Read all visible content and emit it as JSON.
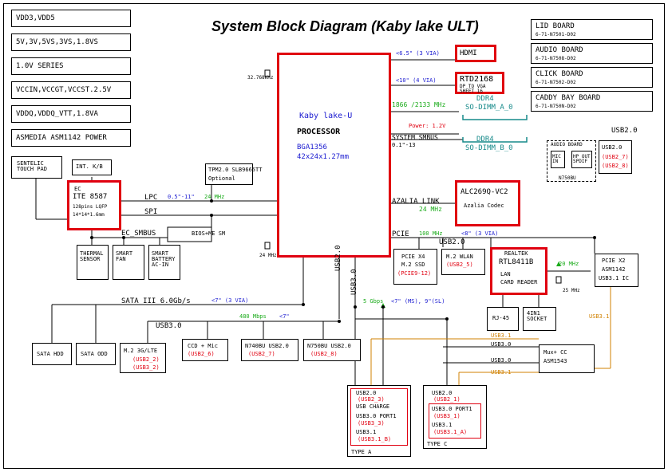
{
  "title": "System Block Diagram (Kaby lake ULT)",
  "power_rails": [
    "VDD3,VDD5",
    "5V,3V,5VS,3VS,1.8VS",
    "1.0V SERIES",
    "VCCIN,VCCGT,VCCST.2.5V",
    "VDDQ,VDDQ_VTT,1.8VA",
    "ASMEDIA ASM1142 POWER"
  ],
  "boards": [
    {
      "name": "LID BOARD",
      "part": "6-71-N7501-D02"
    },
    {
      "name": "AUDIO BOARD",
      "part": "6-71-N7508-D02"
    },
    {
      "name": "CLICK BOARD",
      "part": "6-71-N7502-D02"
    },
    {
      "name": "CADDY BAY BOARD",
      "part": "6-71-N750N-D02"
    }
  ],
  "cpu": {
    "line1": "Kaby lake-U",
    "line2": "PROCESSOR",
    "line3": "BGA1356",
    "line4": "42x24x1.27mm"
  },
  "crystal_cpu": "32.768KHz",
  "crystal_cpu_bottom": "24 MHz",
  "hdmi": {
    "label": "HDMI",
    "link": "<6.5\" (3 VIA)"
  },
  "rtd": {
    "label": "RTD2168",
    "sub1": "DP TO VGA",
    "sub2": "SHEET 16",
    "link": "<10\" (4 VIA)"
  },
  "ddr": {
    "speed": "1866 /2133 MHz",
    "a_title": "DDR4",
    "a_name": "SO-DIMM_A_0",
    "power": "Power: 1.2V",
    "smbus": "SYSTEM SMBUS",
    "smbus_sub": "0.1\"-13",
    "b_title": "DDR4",
    "b_name": "SO-DIMM_B_0"
  },
  "audio_board": {
    "title": "AUDIO BOARD",
    "mic": "MIC IN",
    "spdif": "HP OUT SPDIF",
    "part": "N750BU"
  },
  "usb20_top": {
    "header": "USB2.0",
    "line1": "USB2.0",
    "line2": "(USB2_7)",
    "line3": "(USB2_8)"
  },
  "codec": {
    "label": "ALC269Q-VC2",
    "sub": "Azalia Codec",
    "link": "AZALIA LINK",
    "speed": "24 MHz"
  },
  "sentelic": "SENTELIC TOUCH PAD",
  "int_kb": "INT. K/B",
  "ec": {
    "head": "EC",
    "label": "ITE 8587",
    "sub1": "128pins LQFP",
    "sub2": "14*14*1.6mm"
  },
  "lpc": {
    "label": "LPC",
    "dist": "0.5\"-11\"",
    "speed": "24 MHz"
  },
  "spi": "SPI",
  "tpm": {
    "label": "TPM2.0 SLB9665TT",
    "sub": "Optional"
  },
  "bios": "BIOS+ME SM",
  "ec_smbus": "EC_SMBUS",
  "sensors": [
    "THERMAL SENSOR",
    "SMART FAN",
    "SMART BATTERY AC-IN"
  ],
  "pcie": {
    "label": "PCIE",
    "speed": "100 MHz",
    "dist": "<8\" (3 VIA)"
  },
  "usb20_mid": "USB2.0",
  "ssd": {
    "line1": "PCIE X4",
    "line2": "M.2 SSD",
    "line3": "(PCIE9-12)"
  },
  "wlan": {
    "line1": "M.2 WLAN",
    "line2": "(USB2_5)"
  },
  "realtek": {
    "head": "REALTEK",
    "label": "RTL8411B",
    "sub1": "LAN",
    "sub2": "CARD READER"
  },
  "pcie_x2": {
    "line1": "PCIE X2",
    "line2": "ASM1142",
    "line3": "USB3.1 IC",
    "clk": "20 MHz",
    "xtal": "25 MHz"
  },
  "rj45": "RJ-45",
  "socket": "4IN1 SOCKET",
  "sata": {
    "label": "SATA III 6.0Gb/s",
    "dist": "<7\" (3 VIA)"
  },
  "sata_hdd": "SATA HDD",
  "sata_odd": "SATA ODD",
  "usb30_bus": "USB3.0",
  "usb2_bus": "USB2.0",
  "usb3_bus": "USB3.0",
  "usb_speed": {
    "rate": "480 Mbps",
    "dist": "<7\""
  },
  "usb3_speed": {
    "rate": "5 Gbps",
    "dist": "<7\" (MS), 9\"(SL)"
  },
  "m2_3g": {
    "line1": "M.2 3G/LTE",
    "line2": "(USB2_2)",
    "line3": "(USB3_2)"
  },
  "ccd": {
    "line1": "CCD + Mic",
    "line2": "(USB2_6)"
  },
  "n740": {
    "line1": "N740BU USB2.0",
    "line2": "(USB2_7)"
  },
  "n750": {
    "line1": "N750BU USB2.0",
    "line2": "(USB2_8)"
  },
  "usb31_labels": [
    "USB3.1",
    "USB3.1",
    "USB3.0",
    "USB3.0",
    "USB3.1"
  ],
  "mux": {
    "line1": "Mux+ CC",
    "line2": "ASM1543"
  },
  "type_a": {
    "l1": "USB2.0",
    "l2": "(USB2_3)",
    "l3": "USB CHARGE",
    "l4": "USB3.0 PORT1",
    "l5": "(USB3_3)",
    "l6": "USB3.1",
    "l7": "(USB3.1_B)",
    "name": "TYPE A"
  },
  "type_c": {
    "l1": "USB2.0",
    "l2": "(USB2_1)",
    "l3": "USB3.0 PORT1",
    "l4": "(USB3_1)",
    "l5": "USB3.1",
    "l6": "(USB3.1_A)",
    "name": "TYPE C"
  }
}
